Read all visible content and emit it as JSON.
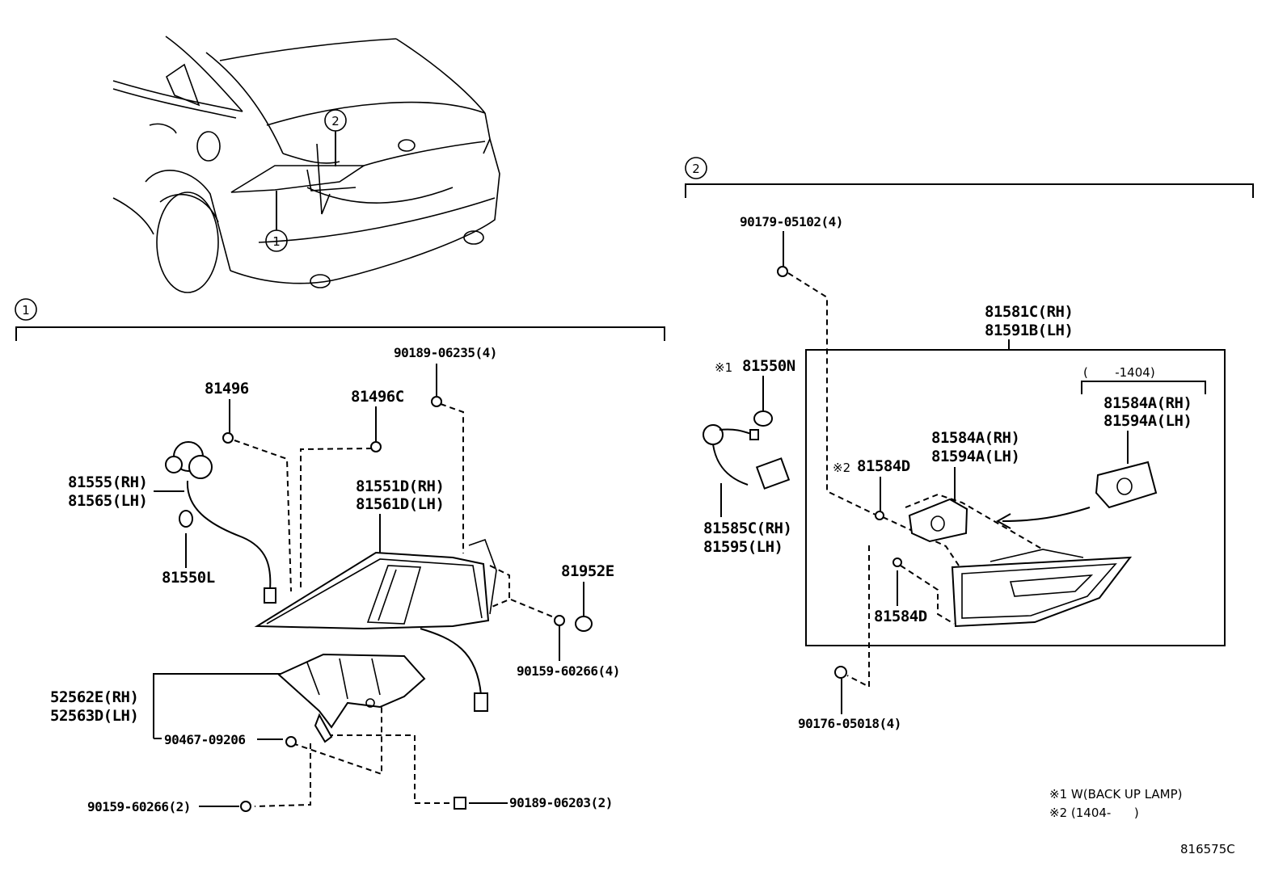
{
  "callouts": {
    "one": "1",
    "two": "2",
    "car_one": "1",
    "car_two": "2"
  },
  "section1": {
    "parts": {
      "p81496": "81496",
      "p81496C": "81496C",
      "p90189_06235": "90189-06235(4)",
      "p81555_rh": "81555(RH)",
      "p81565_lh": "81565(LH)",
      "p81550L": "81550L",
      "p81551D_rh": "81551D(RH)",
      "p81561D_lh": "81561D(LH)",
      "p81952E": "81952E",
      "p90159_60266_4": "90159-60266(4)",
      "p52562E_rh": "52562E(RH)",
      "p52563D_lh": "52563D(LH)",
      "p90467_09206": "90467-09206",
      "p90159_60266_2": "90159-60266(2)",
      "p90189_06203_2": "90189-06203(2)"
    }
  },
  "section2": {
    "parts": {
      "p90179_05102": "90179-05102(4)",
      "p81581C_rh": "81581C(RH)",
      "p81591B_lh": "81591B(LH)",
      "p81550N_mark": "※1",
      "p81550N": "81550N",
      "range_bracket": "(       -1404)",
      "p81584A_rh_top": "81584A(RH)",
      "p81594A_lh_top": "81594A(LH)",
      "p81584A_rh": "81584A(RH)",
      "p81594A_lh": "81594A(LH)",
      "p81584D_mark": "※2",
      "p81584D_top": "81584D",
      "p81585C_rh": "81585C(RH)",
      "p81595_lh": "81595(LH)",
      "p81584D_bottom": "81584D",
      "p90176_05018": "90176-05018(4)"
    }
  },
  "notes": {
    "note1": "※1 W(BACK UP LAMP)",
    "note2": "※2 (1404-      )"
  },
  "diagram_id": "816575C"
}
